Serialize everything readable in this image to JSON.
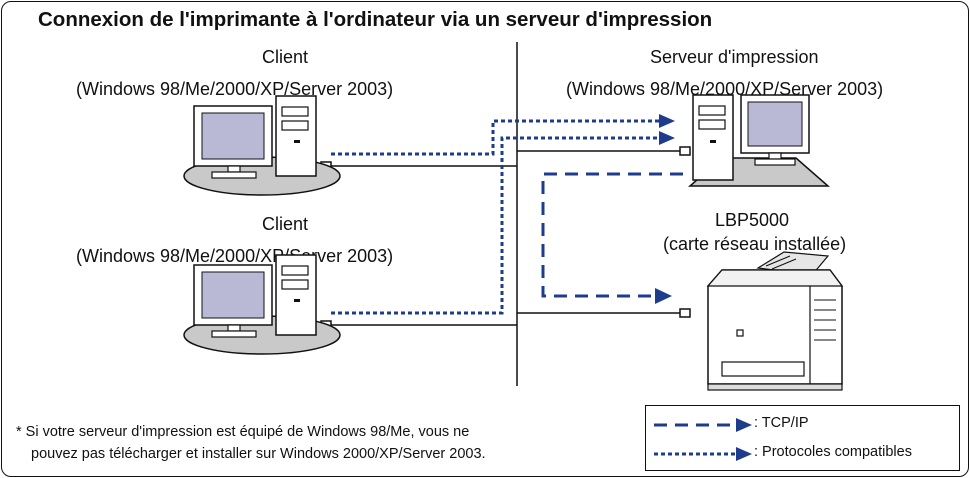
{
  "title": "Connexion de l'imprimante à l'ordinateur via un serveur d'impression",
  "client1": {
    "name": "Client",
    "os": "(Windows 98/Me/2000/XP/Server 2003)"
  },
  "client2": {
    "name": "Client",
    "os": "(Windows 98/Me/2000/XP/Server 2003)"
  },
  "server": {
    "name": "Serveur d'impression",
    "os": "(Windows 98/Me/2000/XP/Server 2003)"
  },
  "printer": {
    "name": "LBP5000",
    "detail": "(carte réseau installée)"
  },
  "note": {
    "line1": "* Si votre serveur d'impression est équipé de Windows 98/Me, vous ne",
    "line2": "pouvez pas télécharger et installer sur Windows 2000/XP/Server 2003."
  },
  "legend": {
    "tcpip": ": TCP/IP",
    "compatible": ": Protocoles compatibles"
  },
  "colors": {
    "arrow": "#1e3c8c",
    "screen": "#b9b9d6",
    "disk": "#c9c9c9"
  }
}
